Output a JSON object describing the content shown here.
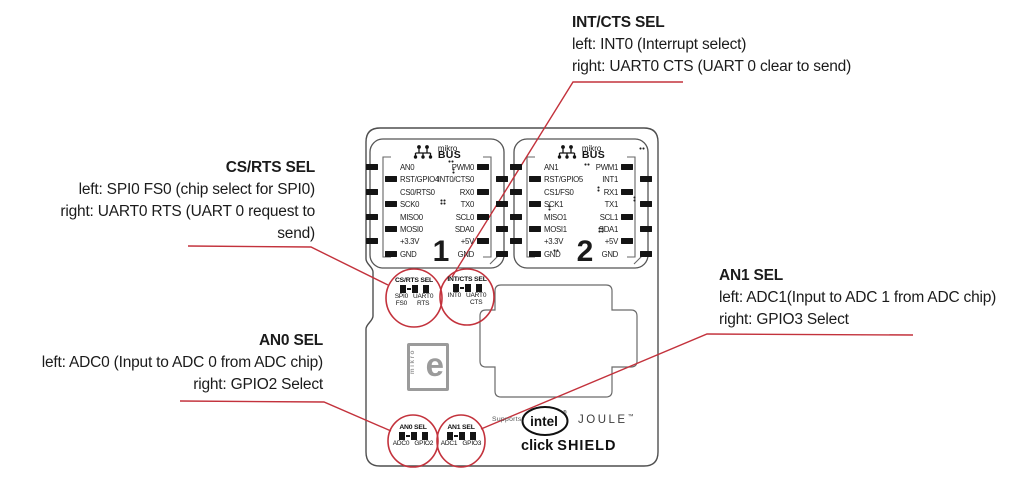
{
  "colors": {
    "callout_red": "#c3323c",
    "board_line": "#4f4f4f",
    "pad_black": "#141414",
    "logo_gray": "#9b9b9b"
  },
  "annotations": {
    "int_cts": {
      "title": "INT/CTS SEL",
      "lines": [
        "left: INT0 (Interrupt select)",
        "right: UART0 CTS (UART 0 clear to send)"
      ]
    },
    "cs_rts": {
      "title": "CS/RTS SEL",
      "lines": [
        "left: SPI0 FS0 (chip select for SPI0)",
        "right: UART0 RTS (UART 0 request to",
        "send)"
      ]
    },
    "an0": {
      "title": "AN0 SEL",
      "lines": [
        "left: ADC0 (Input to ADC 0 from ADC chip)",
        "right: GPIO2 Select"
      ]
    },
    "an1": {
      "title": "AN1 SEL",
      "lines": [
        "left: ADC1(Input to ADC 1 from ADC chip)",
        "right: GPIO3 Select"
      ]
    }
  },
  "board": {
    "sockets": [
      {
        "number": "1",
        "logo_top": "mikro",
        "logo_bottom": "BUS",
        "pins": [
          {
            "left": "AN0",
            "right": "PWM0"
          },
          {
            "left": "RST/GPIO4",
            "right": "INT0/CTS0"
          },
          {
            "left": "CS0/RTS0",
            "right": "RX0"
          },
          {
            "left": "SCK0",
            "right": "TX0"
          },
          {
            "left": "MISO0",
            "right": "SCL0"
          },
          {
            "left": "MOSI0",
            "right": "SDA0"
          },
          {
            "left": "+3.3V",
            "right": "+5V"
          },
          {
            "left": "GND",
            "right": "GND"
          }
        ]
      },
      {
        "number": "2",
        "logo_top": "mikro",
        "logo_bottom": "BUS",
        "pins": [
          {
            "left": "AN1",
            "right": "PWM1"
          },
          {
            "left": "RST/GPIO5",
            "right": "INT1"
          },
          {
            "left": "CS1/FS0",
            "right": "RX1"
          },
          {
            "left": "SCK1",
            "right": "TX1"
          },
          {
            "left": "MISO1",
            "right": "SCL1"
          },
          {
            "left": "MOSI1",
            "right": "SDA1"
          },
          {
            "left": "+3.3V",
            "right": "+5V"
          },
          {
            "left": "GND",
            "right": "GND"
          }
        ]
      }
    ],
    "jumpers": [
      {
        "title": "CS/RTS SEL",
        "left": [
          "SPI0",
          "FS0"
        ],
        "right": [
          "UART0",
          "RTS"
        ]
      },
      {
        "title": "INT/CTS SEL",
        "left": [
          "INT0"
        ],
        "right": [
          "UART0",
          "CTS"
        ]
      },
      {
        "title": "AN0 SEL",
        "left": [
          "ADC0"
        ],
        "right": [
          "GPIO2"
        ]
      },
      {
        "title": "AN1 SEL",
        "left": [
          "ADC1"
        ],
        "right": [
          "GPIO3"
        ]
      }
    ],
    "mikroe_logo": {
      "vertical": "mikro",
      "letter": "e"
    },
    "branding": {
      "supports": "Supports",
      "intel": "intel",
      "reg": "®",
      "joule": "JOULE",
      "tm": "™",
      "product_click": "click",
      "product_shield": "SHIELD"
    }
  }
}
